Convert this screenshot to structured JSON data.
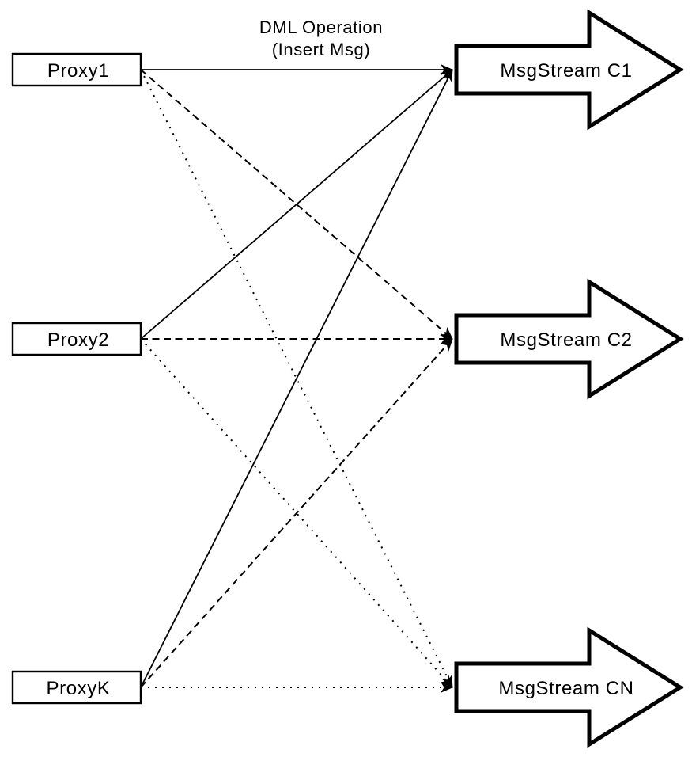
{
  "title": {
    "line1": "DML Operation",
    "line2": "(Insert Msg)"
  },
  "colors": {
    "ink": "#000000",
    "background": "#ffffff"
  },
  "proxies": [
    {
      "id": "proxy1",
      "label": "Proxy1"
    },
    {
      "id": "proxy2",
      "label": "Proxy2"
    },
    {
      "id": "proxyk",
      "label": "ProxyK"
    }
  ],
  "streams": [
    {
      "id": "c1",
      "label": "MsgStream C1"
    },
    {
      "id": "c2",
      "label": "MsgStream C2"
    },
    {
      "id": "cn",
      "label": "MsgStream CN"
    }
  ],
  "edges": [
    {
      "from": "proxy1",
      "to": "c1",
      "style": "solid"
    },
    {
      "from": "proxy1",
      "to": "c2",
      "style": "dashed"
    },
    {
      "from": "proxy1",
      "to": "cn",
      "style": "dotted"
    },
    {
      "from": "proxy2",
      "to": "c1",
      "style": "solid"
    },
    {
      "from": "proxy2",
      "to": "c2",
      "style": "dashed"
    },
    {
      "from": "proxy2",
      "to": "cn",
      "style": "dotted"
    },
    {
      "from": "proxyk",
      "to": "c1",
      "style": "solid"
    },
    {
      "from": "proxyk",
      "to": "c2",
      "style": "dashed"
    },
    {
      "from": "proxyk",
      "to": "cn",
      "style": "dotted"
    }
  ]
}
